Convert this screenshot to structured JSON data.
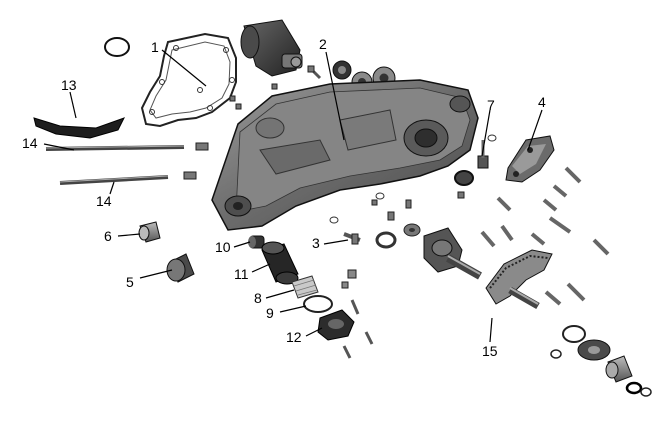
{
  "diagram": {
    "type": "exploded-parts-view",
    "callouts": [
      {
        "id": "1",
        "label": "1"
      },
      {
        "id": "2",
        "label": "2"
      },
      {
        "id": "3",
        "label": "3"
      },
      {
        "id": "4",
        "label": "4"
      },
      {
        "id": "5",
        "label": "5"
      },
      {
        "id": "6",
        "label": "6"
      },
      {
        "id": "7",
        "label": "7"
      },
      {
        "id": "8",
        "label": "8"
      },
      {
        "id": "9",
        "label": "9"
      },
      {
        "id": "10",
        "label": "10"
      },
      {
        "id": "11",
        "label": "11"
      },
      {
        "id": "12",
        "label": "12"
      },
      {
        "id": "13",
        "label": "13"
      },
      {
        "id": "14a",
        "label": "14"
      },
      {
        "id": "14b",
        "label": "14"
      },
      {
        "id": "15",
        "label": "15"
      }
    ],
    "colors": {
      "part_dark": "#3a3a3a",
      "part_mid": "#6e6e6e",
      "part_light": "#a9a9a9",
      "outline": "#111111",
      "background": "#ffffff"
    }
  }
}
